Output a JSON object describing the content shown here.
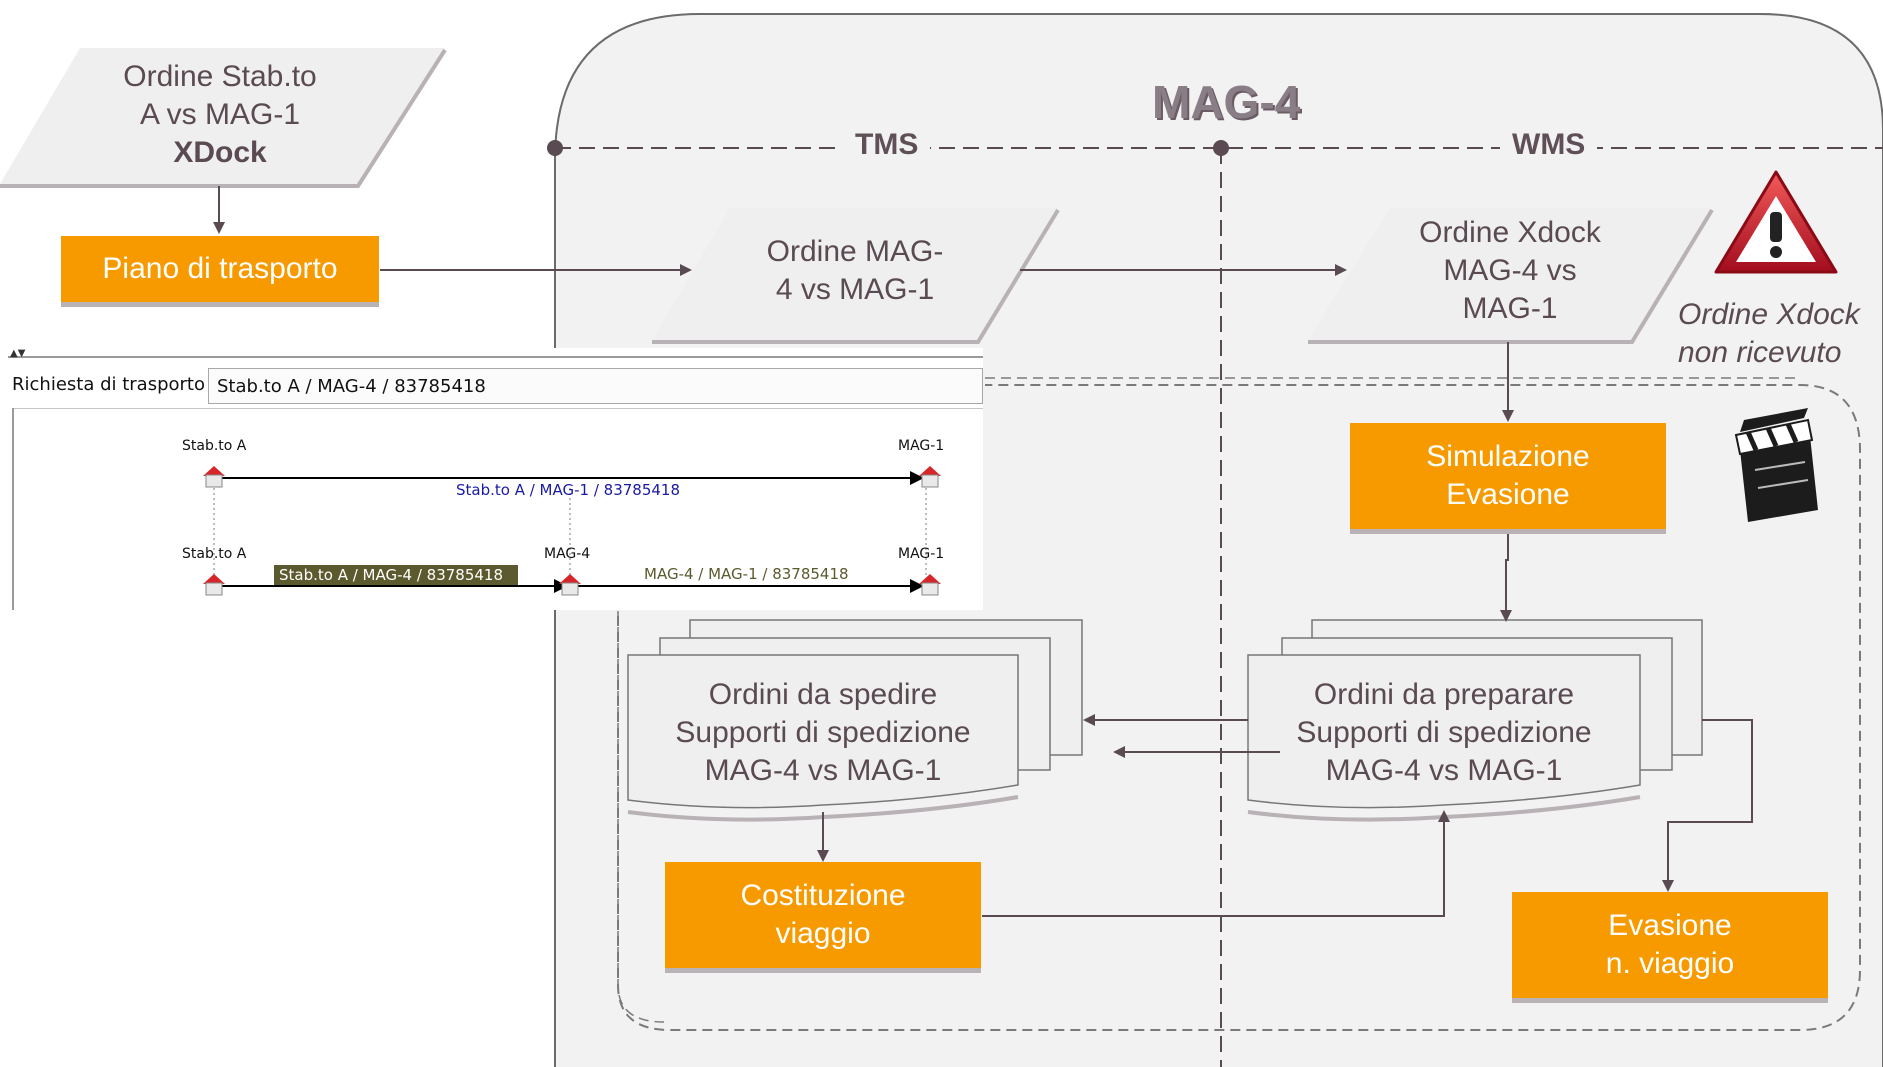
{
  "diagram": {
    "title": "MAG-4",
    "tms_label": "TMS",
    "wms_label": "WMS",
    "ordine_stab": {
      "line1": "Ordine Stab.to",
      "line2": "A vs MAG-1",
      "line3": "XDock"
    },
    "piano_trasporto": "Piano di trasporto",
    "ordine_mag4": {
      "line1": "Ordine MAG-",
      "line2": "4 vs MAG-1"
    },
    "ordine_xdock": {
      "line1": "Ordine Xdock",
      "line2": "MAG-4 vs",
      "line3": "MAG-1"
    },
    "warning_text": {
      "line1": "Ordine Xdock",
      "line2": "non ricevuto"
    },
    "simulazione": {
      "line1": "Simulazione",
      "line2": "Evasione"
    },
    "ordini_spedire": {
      "line1": "Ordini da spedire",
      "line2": "Supporti di spedizione",
      "line3": "MAG-4 vs MAG-1"
    },
    "ordini_preparare": {
      "line1": "Ordini da preparare",
      "line2": "Supporti di spedizione",
      "line3": "MAG-4 vs MAG-1"
    },
    "costituzione": {
      "line1": "Costituzione",
      "line2": "viaggio"
    },
    "evasione": {
      "line1": "Evasione",
      "line2": "n. viaggio"
    }
  },
  "screenshot_panel": {
    "field_label": "Richiesta di trasporto",
    "field_value": "Stab.to A / MAG-4 / 83785418",
    "row1": {
      "from": "Stab.to A",
      "to": "MAG-1",
      "route": "Stab.to A / MAG-1 / 83785418"
    },
    "row2": {
      "from": "Stab.to A",
      "mid": "MAG-4",
      "to": "MAG-1",
      "route1": "Stab.to A / MAG-4 / 83785418",
      "route2": "MAG-4 / MAG-1 / 83785418"
    }
  },
  "colors": {
    "orange": "#f79a00",
    "line": "#5a4a52",
    "shape_fill": "#f0f0f0",
    "warning_red": "#c8102e"
  }
}
